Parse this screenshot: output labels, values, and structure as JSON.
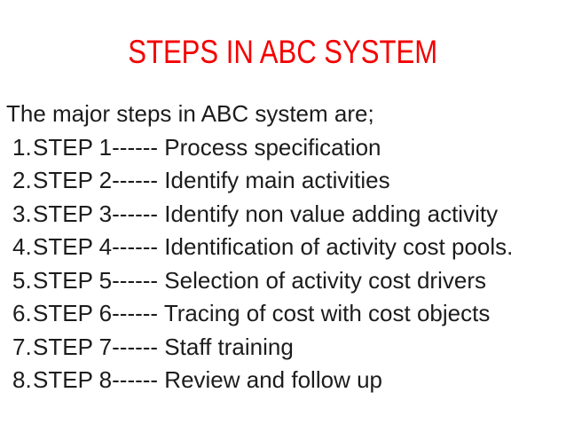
{
  "slide": {
    "background_color": "#ffffff",
    "title": {
      "text": "STEPS IN ABC SYSTEM",
      "color": "#f40000"
    },
    "body": {
      "text_color": "#1c1c1c",
      "intro": "The major steps in ABC system are;",
      "steps": [
        {
          "num": "1.",
          "text": "STEP 1------ Process specification"
        },
        {
          "num": "2.",
          "text": "STEP 2------ Identify main activities"
        },
        {
          "num": "3.",
          "text": "STEP 3------ Identify non value adding activity"
        },
        {
          "num": "4.",
          "text": "STEP 4------ Identification of activity cost pools."
        },
        {
          "num": "5.",
          "text": "STEP 5------ Selection of activity cost drivers"
        },
        {
          "num": "6.",
          "text": "STEP 6------ Tracing of cost with cost objects"
        },
        {
          "num": "7.",
          "text": "STEP 7------ Staff training"
        },
        {
          "num": "8.",
          "text": "STEP 8------ Review and follow up"
        }
      ]
    }
  }
}
